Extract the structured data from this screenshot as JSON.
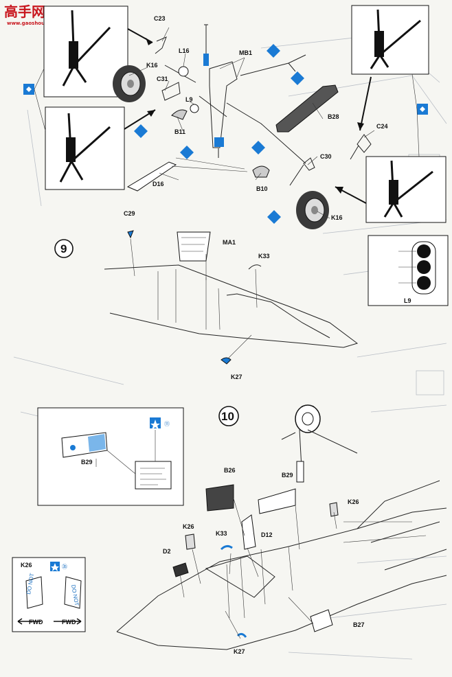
{
  "watermark": {
    "chars": "高手网",
    "url": "www.gaoshou.com"
  },
  "steps": {
    "step9": "9",
    "step10": "10"
  },
  "step8_labels": {
    "C23": "C23",
    "L16": "L16",
    "MB1": "MB1",
    "K16a": "K16",
    "C31": "C31",
    "L9": "L9",
    "B11": "B11",
    "D16": "D16",
    "B10": "B10",
    "B28": "B28",
    "C24": "C24",
    "C30": "C30",
    "K16b": "K16"
  },
  "step9_labels": {
    "C29": "C29",
    "MA1": "MA1",
    "K33": "K33",
    "K27": "K27",
    "L9": "L9"
  },
  "step10_labels": {
    "B29a": "B29",
    "B26": "B26",
    "B29b": "B29",
    "K26a": "K26",
    "K26b": "K26",
    "K33": "K33",
    "D12": "D12",
    "D2": "D2",
    "K27": "K27",
    "B27": "B27",
    "inset_K26": "K26",
    "fwd_left": "FWD",
    "fwd_right": "FWD",
    "decal_11": "⑪",
    "decal_35": "㉟",
    "decal_text": "DO NOT"
  },
  "colors": {
    "blue": "#1a7ad4",
    "ink": "#111111",
    "paper": "#f6f6f2",
    "wm_red": "#c8161e"
  }
}
